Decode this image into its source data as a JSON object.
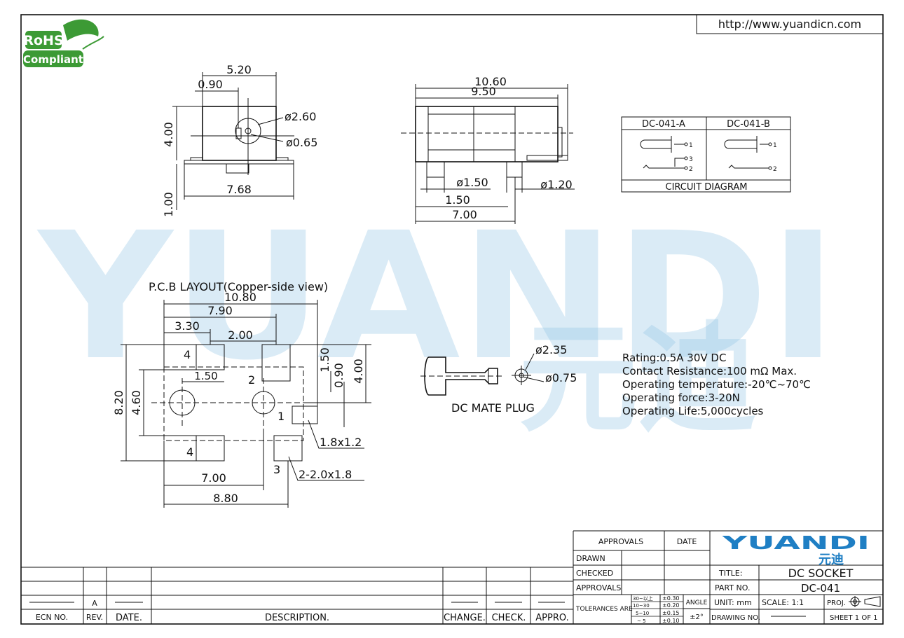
{
  "header": {
    "url": "http://www.yuandicn.com",
    "rohs_top": "RoHS",
    "rohs_bottom": "Compliant"
  },
  "watermark": {
    "latin": "YUANDI",
    "cjk": "元迪"
  },
  "top_view": {
    "dims": [
      "5.20",
      "0.90",
      "4.00",
      "1.00",
      "7.68",
      "ø2.60",
      "ø0.65"
    ]
  },
  "side_view": {
    "dims": [
      "10.60",
      "9.50",
      "ø1.50",
      "ø1.20",
      "1.50",
      "7.00"
    ]
  },
  "circuit": {
    "col_a": "DC-041-A",
    "col_b": "DC-041-B",
    "caption": "CIRCUIT  DIAGRAM",
    "pins": [
      "1",
      "3",
      "2",
      "1",
      "2"
    ]
  },
  "pcb": {
    "title": "P.C.B  LAYOUT(Copper-side view)",
    "dims": [
      "10.80",
      "7.90",
      "3.30",
      "2.00",
      "1.50",
      "1.50",
      "0.90",
      "4.00",
      "8.20",
      "4.60",
      "7.00",
      "8.80",
      "1.8x1.2",
      "2-2.0x1.8"
    ],
    "pad_labels": [
      "4",
      "2",
      "1",
      "4",
      "3"
    ]
  },
  "plug": {
    "dims": [
      "ø2.35",
      "ø0.75"
    ],
    "caption": "DC  MATE  PLUG"
  },
  "specs": [
    "Rating:0.5A  30V  DC",
    "Contact  Resistance:100  mΩ  Max.",
    "Operating  temperature:-20℃~70℃",
    "Operating  force:3-20N",
    "Operating  Life:5,000cycles"
  ],
  "title_block": {
    "approvals_header": "APPROVALS",
    "date_header": "DATE",
    "drawn": "DRAWN",
    "checked": "CHECKED",
    "approvals": "APPROVALS",
    "tolerances": "TOLERANCES  ARE",
    "tol_ranges": [
      "30~以上",
      "10~30",
      "5~10",
      "~ 5"
    ],
    "tol_values": [
      "±0.30",
      "±0.20",
      "±0.15",
      "±0.10"
    ],
    "angle": "ANGLE",
    "angle_value": "±2°",
    "brand": "YUANDI",
    "brand_cjk": "元迪",
    "title_label": "TITLE:",
    "title_value": "DC  SOCKET",
    "part_label": "PART  NO.",
    "part_value": "DC-041",
    "unit": "UNIT:  mm",
    "scale": "SCALE:   1:1",
    "proj": "PROJ.",
    "drawing_no": "DRAWING  NO.",
    "sheet": "SHEET   1  OF  1"
  },
  "revision_block": {
    "headers": [
      "ECN  NO.",
      "REV.",
      "DATE.",
      "DESCRIPTION.",
      "CHANGE.",
      "CHECK.",
      "APPRO."
    ],
    "rev_value": "A"
  },
  "colors": {
    "rohs_green": "#3c9a35",
    "brand_blue": "#1f7fc4",
    "watermark_blue": "#8fc3e4"
  }
}
